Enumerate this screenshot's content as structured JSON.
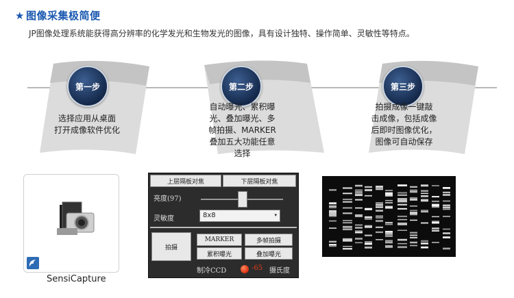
{
  "header": {
    "title": "图像采集极简便",
    "subtitle": "JP图像处理系统能获得高分辨率的化学发光和生物发光的图像，具有设计独特、操作简单、灵敏性等特点。"
  },
  "steps": [
    {
      "badge": "第一步",
      "lines": [
        "选择应用从桌面",
        "打开成像软件优化"
      ]
    },
    {
      "badge": "第二步",
      "lines": [
        "自动曝光、累积曝",
        "光、叠加曝光、多",
        "帧拍摄、MARKER",
        "叠加五大功能任意",
        "选择"
      ]
    },
    {
      "badge": "第三步",
      "lines": [
        "拍摄成像一键敲",
        "击成像，包括成像",
        "后即时图像优化，",
        "图像可自动保存"
      ]
    }
  ],
  "software": {
    "name": "SensiCapture"
  },
  "panel": {
    "top_left_btn": "上层隔板对焦",
    "top_right_btn": "下层隔板对焦",
    "brightness_label": "亮度(97)",
    "brightness_value": 0.5,
    "sensitivity_label": "灵敏度",
    "sensitivity_value": "8x8",
    "capture_btn": "拍摄",
    "marker_btn": "MARKER",
    "multiframe_btn": "多帧拍摄",
    "accum_btn": "累积曝光",
    "overlay_btn": "叠加曝光",
    "ccd_label": "制冷CCD",
    "temp_value": "-65",
    "temp_unit": "摄氏度",
    "colors": {
      "bg": "#2c2c2c",
      "button": "#e8e8e8",
      "indicator": "#e23a1c"
    }
  },
  "colors": {
    "accent": "#1a58b0",
    "badge": "#15294b"
  }
}
